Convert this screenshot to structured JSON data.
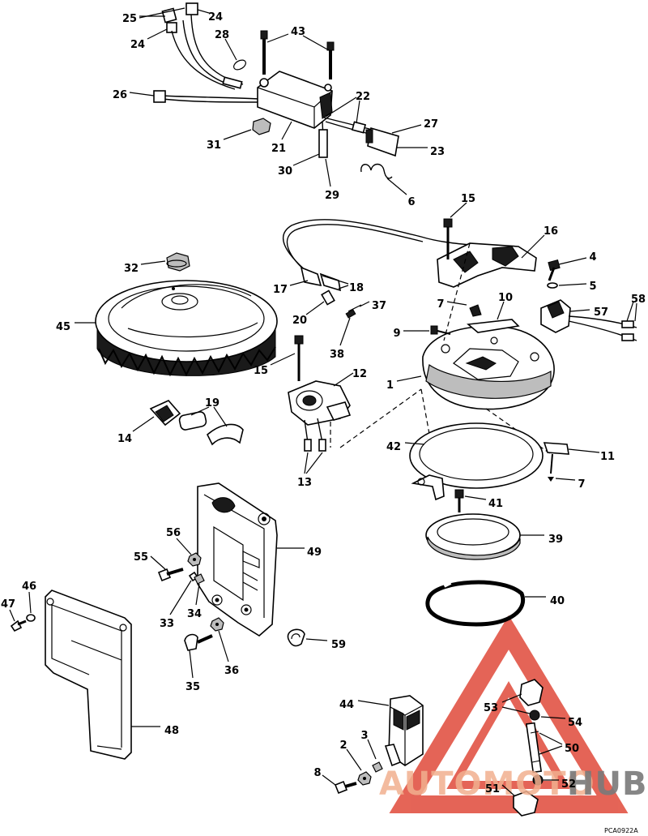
{
  "diagram": {
    "figure_code": "PCA0922A",
    "callouts": [
      "1",
      "2",
      "3",
      "4",
      "5",
      "6",
      "7",
      "7",
      "8",
      "9",
      "10",
      "11",
      "12",
      "13",
      "14",
      "15",
      "15",
      "16",
      "17",
      "18",
      "19",
      "20",
      "21",
      "22",
      "23",
      "24",
      "24",
      "25",
      "26",
      "27",
      "28",
      "29",
      "30",
      "31",
      "32",
      "33",
      "34",
      "35",
      "36",
      "37",
      "38",
      "39",
      "40",
      "41",
      "42",
      "43",
      "44",
      "45",
      "46",
      "47",
      "48",
      "49",
      "50",
      "51",
      "52",
      "53",
      "54",
      "55",
      "56",
      "57",
      "58",
      "59"
    ]
  },
  "watermark": {
    "text_a": "AUTOMOTO",
    "text_b": "HUB",
    "color_a": "#f2b08f",
    "color_b": "#7a7a7a",
    "triangle_color": "#e04a3a"
  }
}
